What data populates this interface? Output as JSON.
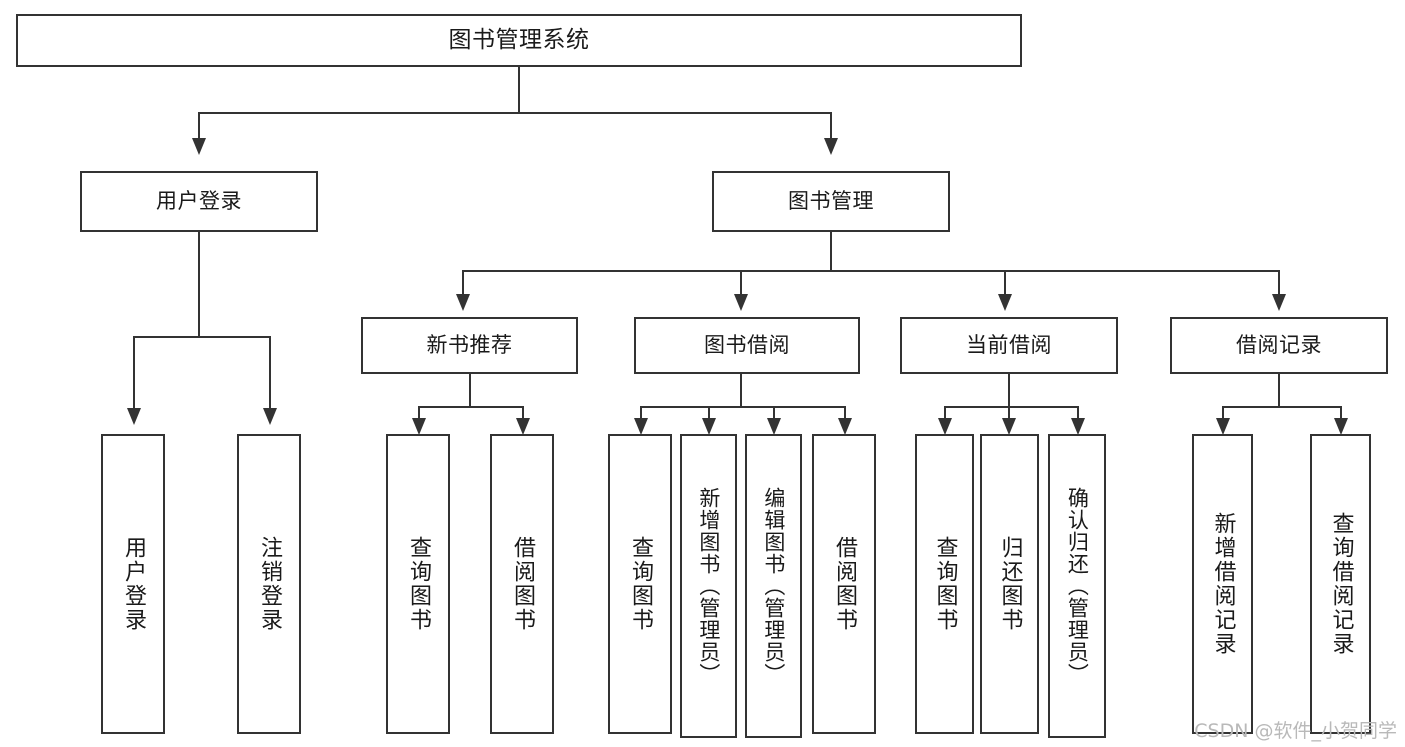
{
  "diagram": {
    "title": "图书管理系统",
    "watermark": "CSDN @软件_小贺同学",
    "colors": {
      "stroke": "#333333",
      "background": "#ffffff",
      "text": "#1a1a1a",
      "watermark": "#b9b9b9"
    },
    "nodes": {
      "root": "图书管理系统",
      "level1": [
        "用户登录",
        "图书管理"
      ],
      "level2": [
        "新书推荐",
        "图书借阅",
        "当前借阅",
        "借阅记录"
      ],
      "leaves_user_login": [
        "用户登录",
        "注销登录"
      ],
      "leaves_new_book": [
        "查询图书",
        "借阅图书"
      ],
      "leaves_borrow": [
        "查询图书",
        "新增图书（管理员）",
        "编辑图书（管理员）",
        "借阅图书"
      ],
      "leaves_current": [
        "查询图书",
        "归还图书",
        "确认归还（管理员）"
      ],
      "leaves_records": [
        "新增借阅记录",
        "查询借阅记录"
      ]
    }
  }
}
